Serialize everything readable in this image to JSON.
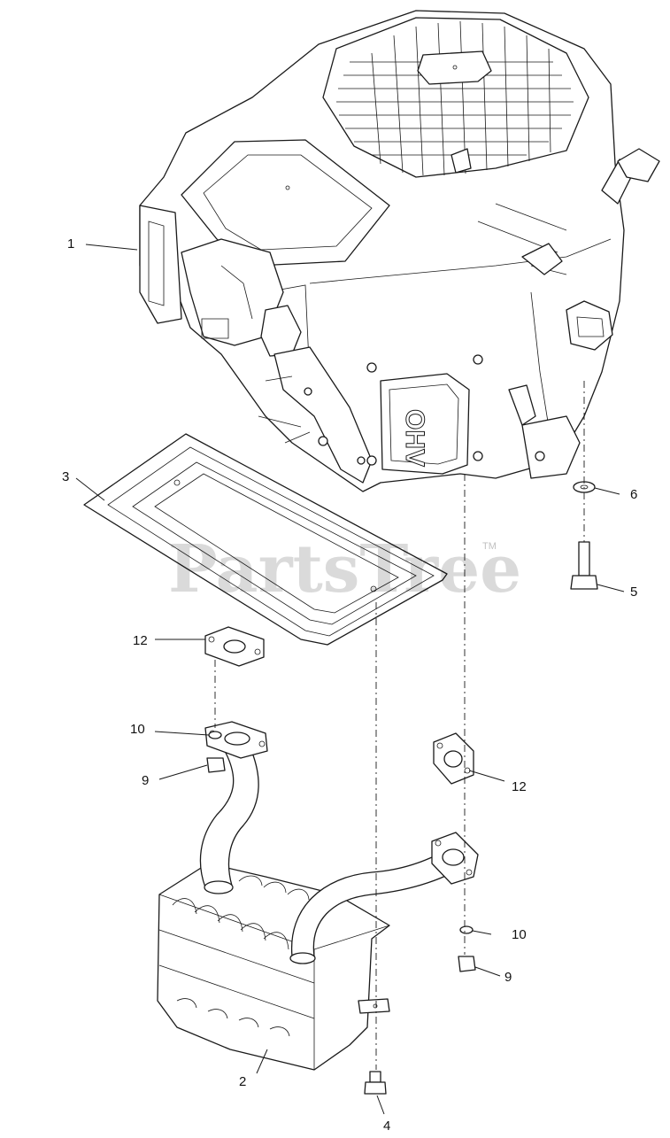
{
  "watermark": {
    "text": "PartsTree",
    "trademark": "TM"
  },
  "engine_marking": "OHV",
  "callouts": [
    {
      "id": "c1",
      "label": "1",
      "part": "engine"
    },
    {
      "id": "c2",
      "label": "2",
      "part": "muffler"
    },
    {
      "id": "c3",
      "label": "3",
      "part": "heat-shield-plate"
    },
    {
      "id": "c4",
      "label": "4",
      "part": "muffler-bolt"
    },
    {
      "id": "c5",
      "label": "5",
      "part": "bolt"
    },
    {
      "id": "c6",
      "label": "6",
      "part": "washer"
    },
    {
      "id": "c9a",
      "label": "9",
      "part": "nut-left"
    },
    {
      "id": "c9b",
      "label": "9",
      "part": "nut-right"
    },
    {
      "id": "c10a",
      "label": "10",
      "part": "lock-washer-left"
    },
    {
      "id": "c10b",
      "label": "10",
      "part": "lock-washer-right"
    },
    {
      "id": "c12a",
      "label": "12",
      "part": "gasket-left"
    },
    {
      "id": "c12b",
      "label": "12",
      "part": "gasket-right"
    }
  ],
  "colors": {
    "line": "#1a1a1a",
    "background": "#ffffff",
    "watermark": "#8c8c8c"
  }
}
